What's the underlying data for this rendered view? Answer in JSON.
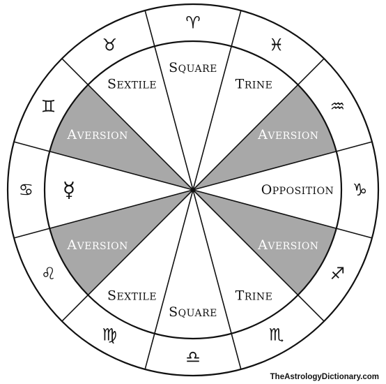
{
  "diagram": {
    "colors": {
      "shade": "#a8a8a8",
      "line": "#111111",
      "background": "#ffffff"
    },
    "center_planet": {
      "glyph": "☿",
      "name": "mercury"
    },
    "signs": [
      {
        "name": "aries",
        "glyph": "♈"
      },
      {
        "name": "pisces",
        "glyph": "♓"
      },
      {
        "name": "aquarius",
        "glyph": "♒"
      },
      {
        "name": "capricorn",
        "glyph": "♑"
      },
      {
        "name": "sagittarius",
        "glyph": "♐"
      },
      {
        "name": "scorpio",
        "glyph": "♏"
      },
      {
        "name": "libra",
        "glyph": "♎"
      },
      {
        "name": "virgo",
        "glyph": "♍"
      },
      {
        "name": "leo",
        "glyph": "♌"
      },
      {
        "name": "cancer",
        "glyph": "♋"
      },
      {
        "name": "gemini",
        "glyph": "♊"
      },
      {
        "name": "taurus",
        "glyph": "♉"
      }
    ],
    "sectors": [
      {
        "label": "Square",
        "shaded": false
      },
      {
        "label": "Trine",
        "shaded": false
      },
      {
        "label": "Aversion",
        "shaded": true
      },
      {
        "label": "Opposition",
        "shaded": false
      },
      {
        "label": "Aversion",
        "shaded": true
      },
      {
        "label": "Trine",
        "shaded": false
      },
      {
        "label": "Square",
        "shaded": false
      },
      {
        "label": "Sextile",
        "shaded": false
      },
      {
        "label": "Aversion",
        "shaded": true
      },
      {
        "label": "",
        "shaded": false
      },
      {
        "label": "Aversion",
        "shaded": true
      },
      {
        "label": "Sextile",
        "shaded": false
      }
    ]
  },
  "watermark": "TheAstrologyDictionary.com"
}
